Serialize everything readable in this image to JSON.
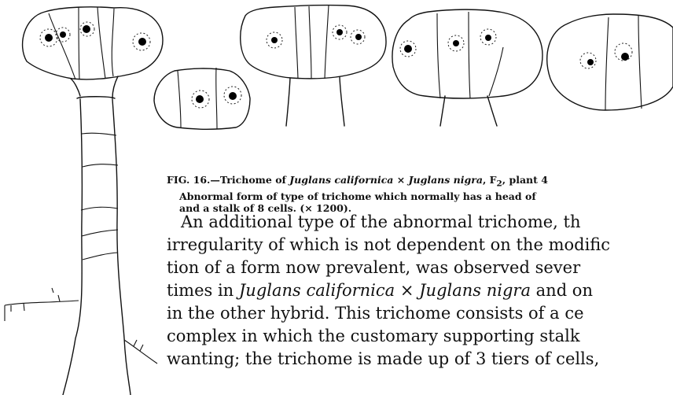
{
  "figure": {
    "description_items": [
      "trichome-drawings"
    ]
  },
  "caption": {
    "fig_label": "FIG. 16.",
    "line1_pre": "—Trichome of ",
    "line1_species1": "Juglans californica",
    "line1_times": " × ",
    "line1_species2": "Juglans nigra",
    "line1_post": ", F",
    "line1_sub": "2",
    "line1_end": ", plant 4",
    "line2": "Abnormal form of type of trichome which normally has a head of",
    "line3": "and a stalk of 8 cells.   (× 1200)."
  },
  "body": {
    "line1": "An additional type of the abnormal trichome, th",
    "line2": "irregularity of which is not dependent on the modific",
    "line3": "tion of a form now prevalent, was observed sever",
    "line4_pre": "times in ",
    "line4_species1": "Juglans californica",
    "line4_times": " × ",
    "line4_species2": "Juglans nigra",
    "line4_post": "  and on",
    "line5": "in the other hybrid.  This trichome consists of a ce",
    "line6": "complex in which the customary supporting stalk",
    "line7": "wanting; the trichome is made up of 3 tiers of cells,"
  }
}
